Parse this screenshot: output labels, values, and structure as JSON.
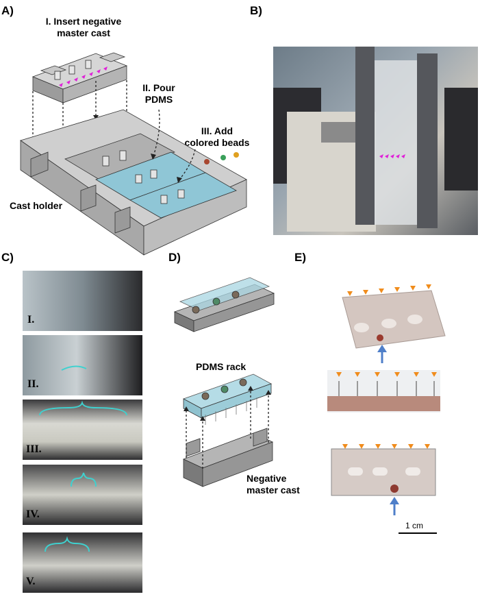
{
  "panels": {
    "a": {
      "letter": "A)",
      "step1": "I. Insert negative",
      "step1b": "master cast",
      "step2": "II. Pour",
      "step2b": "PDMS",
      "step3": "III. Add",
      "step3b": "colored beads",
      "holder": "Cast holder"
    },
    "b": {
      "letter": "B)"
    },
    "c": {
      "letter": "C)",
      "steps": [
        "I.",
        "II.",
        "III.",
        "IV.",
        "V."
      ]
    },
    "d": {
      "letter": "D)",
      "rack": "PDMS rack",
      "cast": "Negative",
      "cast2": "master cast"
    },
    "e": {
      "letter": "E)",
      "scale": "1 cm"
    }
  },
  "colors": {
    "pdms": "#8fc6d6",
    "cast": "#bdbdbd",
    "magenta": "#e020d8",
    "orange": "#f08c1c",
    "blue_arrow": "#4f7fc9",
    "cyan_bracket": "#3fd1cf"
  }
}
